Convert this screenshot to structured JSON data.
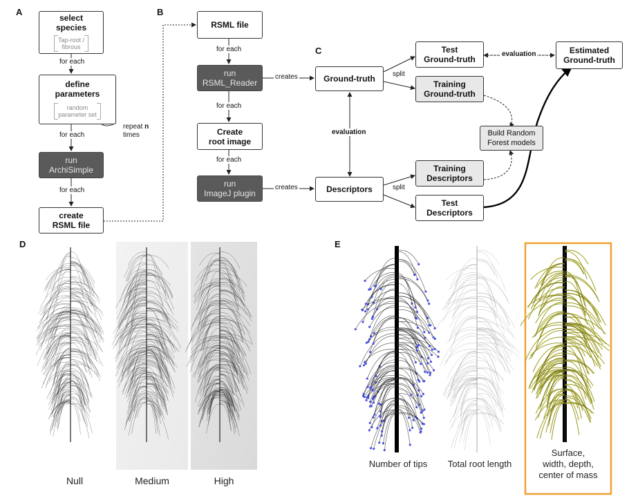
{
  "panels": {
    "a": "A",
    "b": "B",
    "c": "C",
    "d": "D",
    "e": "E"
  },
  "panel_a": {
    "select_species": "select\nspecies",
    "species_options": "Tap-root /\nfibrous",
    "define_parameters": "define\nparameters",
    "random_set": "random\nparameter set",
    "run_archisimple": "run\nArchiSimple",
    "create_rsml": "create\nRSML file",
    "for_each": "for each",
    "repeat": "repeat",
    "repeat_n": "n",
    "times": "times"
  },
  "panel_b": {
    "rsml_file": "RSML file",
    "run_reader": "run\nRSML_Reader",
    "create_root_image": "Create\nroot image",
    "run_imagej": "run\nImageJ plugin",
    "for_each": "for each",
    "creates": "creates"
  },
  "panel_c": {
    "ground_truth": "Ground-truth",
    "descriptors": "Descriptors",
    "test_gt": "Test\nGround-truth",
    "training_gt": "Training\nGround-truth",
    "training_desc": "Training\nDescriptors",
    "test_desc": "Test\nDescriptors",
    "build_rf": "Build Random\nForest models",
    "estimated_gt": "Estimated\nGround-truth",
    "split": "split",
    "evaluation": "evaluation"
  },
  "panel_d": {
    "captions": [
      "Null",
      "Medium",
      "High"
    ]
  },
  "panel_e": {
    "captions": [
      "Number of tips",
      "Total root length",
      "Surface,\nwidth, depth,\ncenter of mass"
    ],
    "highlight_color": "#f0a030"
  }
}
